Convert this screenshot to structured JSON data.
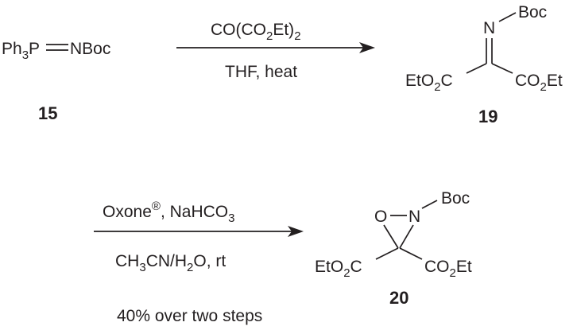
{
  "scheme": {
    "reagent_15": {
      "ph": "Ph",
      "ph_sub": "3",
      "p": "P",
      "nboc": "NBoc",
      "number": "15"
    },
    "step1": {
      "above": {
        "co": "CO(CO",
        "sub2": "2",
        "et": "Et)",
        "sub_outer": "2"
      },
      "below": "THF, heat"
    },
    "product_19": {
      "boc": "Boc",
      "n": "N",
      "left_ester": {
        "eto": "EtO",
        "sub": "2",
        "c": "C"
      },
      "right_ester": {
        "co": "CO",
        "sub": "2",
        "et": "Et"
      },
      "number": "19"
    },
    "step2": {
      "above": {
        "oxone": "Oxone",
        "reg": "®",
        "rest": ", NaHCO",
        "sub3": "3"
      },
      "below": {
        "ch": "CH",
        "sub3": "3",
        "cn": "CN/H",
        "sub2": "2",
        "rest": "O, rt"
      },
      "yield": "40% over two steps"
    },
    "product_20": {
      "o": "O",
      "n": "N",
      "boc": "Boc",
      "left_ester": {
        "eto": "EtO",
        "sub": "2",
        "c": "C"
      },
      "right_ester": {
        "co": "CO",
        "sub": "2",
        "et": "Et"
      },
      "number": "20"
    }
  }
}
